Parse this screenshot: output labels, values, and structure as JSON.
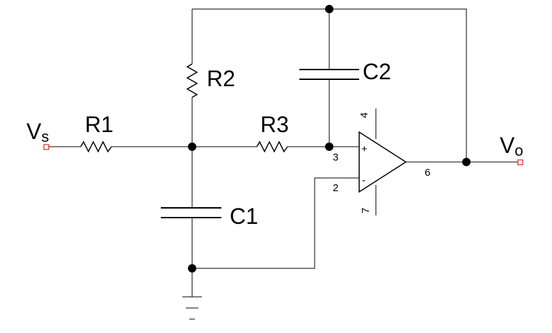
{
  "diagram": {
    "inputs": {
      "vs_main": "V",
      "vs_sub": "s"
    },
    "outputs": {
      "vo_main": "V",
      "vo_sub": "o"
    },
    "components": {
      "r1": "R1",
      "r2": "R2",
      "r3": "R3",
      "c1": "C1",
      "c2": "C2"
    },
    "opamp": {
      "pin_plus_sign": "+",
      "pin_minus_sign": "-",
      "pin3": "3",
      "pin2": "2",
      "pin6": "6",
      "pin4": "4",
      "pin7": "7"
    }
  }
}
